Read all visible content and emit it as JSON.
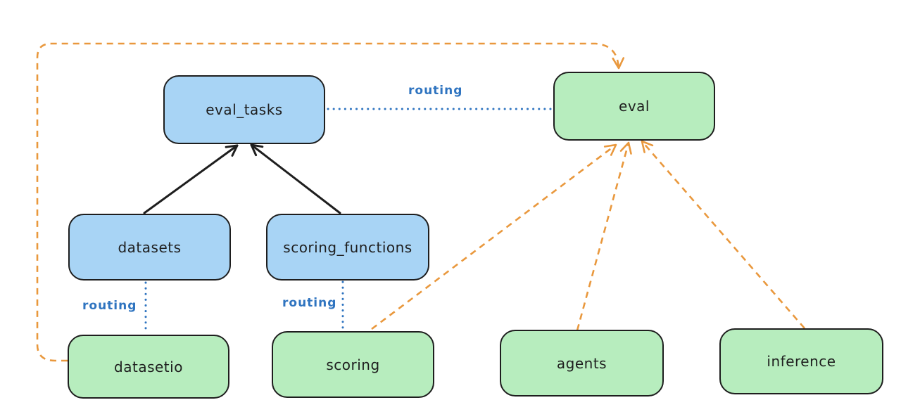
{
  "colors": {
    "canvas-bg": "#ffffff",
    "stroke": "#1e1e1e",
    "fill-blue": "#a8d4f5",
    "fill-green": "#b7edbe",
    "edge-blue": "#2f74c0",
    "edge-orange": "#e9983d"
  },
  "nodes": {
    "eval_tasks": {
      "label": "eval_tasks",
      "fill": "blue"
    },
    "eval": {
      "label": "eval",
      "fill": "green"
    },
    "datasets": {
      "label": "datasets",
      "fill": "blue"
    },
    "scoring_functions": {
      "label": "scoring_functions",
      "fill": "blue"
    },
    "datasetio": {
      "label": "datasetio",
      "fill": "green"
    },
    "scoring": {
      "label": "scoring",
      "fill": "green"
    },
    "agents": {
      "label": "agents",
      "fill": "green"
    },
    "inference": {
      "label": "inference",
      "fill": "green"
    }
  },
  "edges": {
    "eval_tasks_to_eval": {
      "label": "routing",
      "style": "dotted-blue"
    },
    "datasets_to_datasetio": {
      "label": "routing",
      "style": "dotted-blue"
    },
    "scoring_functions_to_scoring": {
      "label": "routing",
      "style": "dotted-blue"
    },
    "datasets_to_eval_tasks": {
      "style": "solid-black-arrow"
    },
    "scoring_functions_to_eval_tasks": {
      "style": "solid-black-arrow"
    },
    "datasetio_to_eval": {
      "style": "dashed-orange-arrow"
    },
    "scoring_to_eval": {
      "style": "dashed-orange-arrow"
    },
    "agents_to_eval": {
      "style": "dashed-orange-arrow"
    },
    "inference_to_eval": {
      "style": "dashed-orange-arrow"
    }
  }
}
